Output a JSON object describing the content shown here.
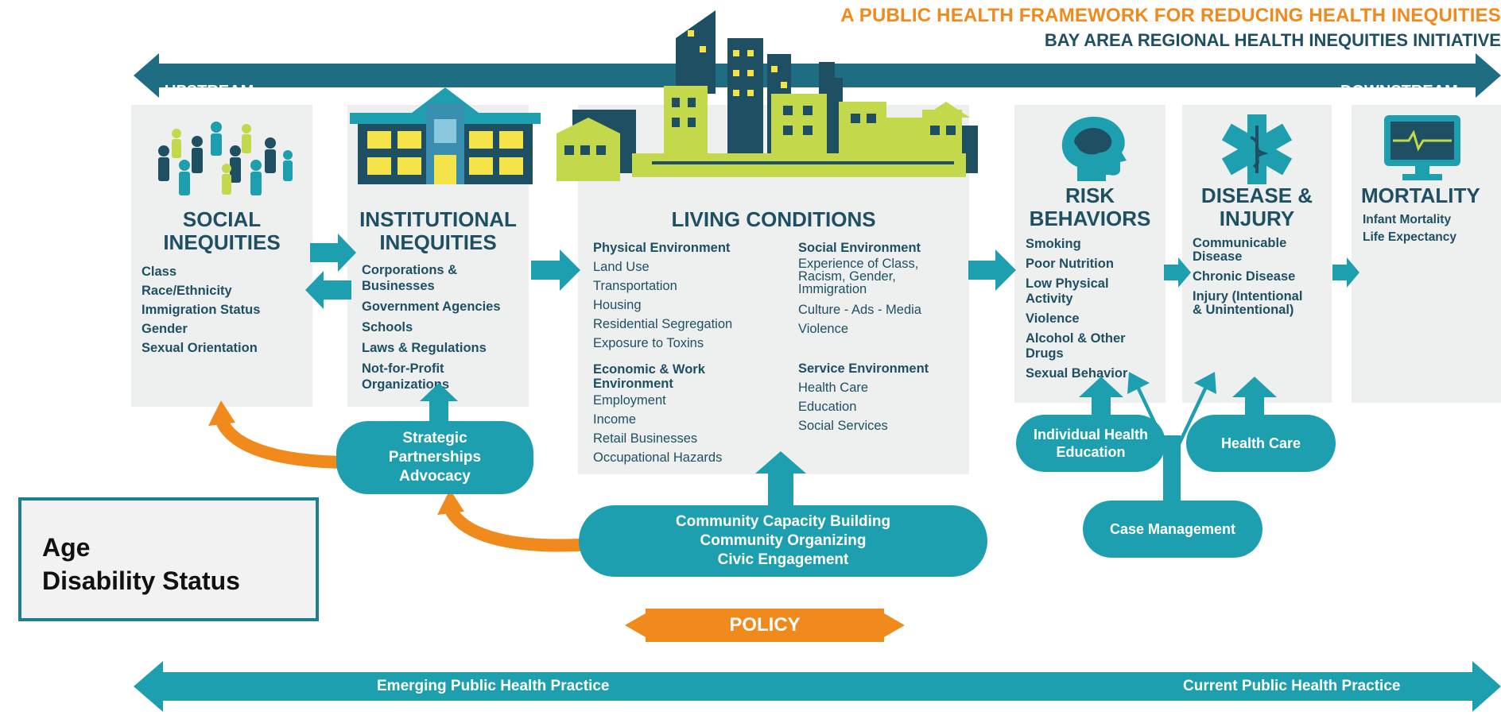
{
  "title": {
    "line1": "A PUBLIC HEALTH FRAMEWORK  FOR REDUCING HEALTH INEQUITIES",
    "line2": "BAY AREA REGIONAL HEALTH INEQUITIES INITIATIVE"
  },
  "top_axis": {
    "left": "UPSTREAM",
    "right": "DOWNSTREAM"
  },
  "social": {
    "heading1": "SOCIAL",
    "heading2": "INEQUITIES",
    "items": [
      "Class",
      "Race/Ethnicity",
      "Immigration Status",
      "Gender",
      "Sexual Orientation"
    ]
  },
  "institutional": {
    "heading1": "INSTITUTIONAL",
    "heading2": "INEQUITIES",
    "items": [
      "Corporations &",
      "Businesses",
      "Government Agencies",
      "Schools",
      "Laws & Regulations",
      "Not-for-Profit",
      "Organizations"
    ]
  },
  "living": {
    "heading": "LIVING CONDITIONS",
    "physical": {
      "title": "Physical Environment",
      "items": [
        "Land Use",
        "Transportation",
        "Housing",
        "Residential Segregation",
        "Exposure to Toxins"
      ]
    },
    "economic": {
      "title1": "Economic & Work",
      "title2": "Environment",
      "items": [
        "Employment",
        "Income",
        "Retail Businesses",
        "Occupational Hazards"
      ]
    },
    "social_env": {
      "title": "Social Environment",
      "items": [
        "Experience of Class,",
        "Racism, Gender,",
        "Immigration",
        "Culture - Ads - Media",
        "Violence"
      ]
    },
    "service": {
      "title": "Service Environment",
      "items": [
        "Health Care",
        "Education",
        "Social Services"
      ]
    }
  },
  "risk": {
    "heading1": "RISK",
    "heading2": "BEHAVIORS",
    "items": [
      "Smoking",
      "Poor Nutrition",
      "Low Physical",
      "Activity",
      "Violence",
      "Alcohol & Other",
      "Drugs",
      "Sexual Behavior"
    ]
  },
  "disease": {
    "heading1": "DISEASE &",
    "heading2": "INJURY",
    "items": [
      "Communicable",
      "Disease",
      "Chronic Disease",
      "Injury (Intentional",
      "& Unintentional)"
    ]
  },
  "mortality": {
    "heading": "MORTALITY",
    "items": [
      "Infant Mortality",
      "Life Expectancy"
    ]
  },
  "interventions": {
    "strategic": [
      "Strategic",
      "Partnerships",
      "Advocacy"
    ],
    "community": [
      "Community Capacity Building",
      "Community Organizing",
      "Civic Engagement"
    ],
    "individual": [
      "Individual Health",
      "Education"
    ],
    "health_care": "Health Care",
    "case_management": "Case Management",
    "policy": "POLICY"
  },
  "bottom_axis": {
    "left": "Emerging Public Health Practice",
    "right": "Current Public Health Practice"
  },
  "callout": {
    "line1": "Age",
    "line2": "Disability Status"
  },
  "colors": {
    "teal": "#1e9fb0",
    "navy": "#1e4f63",
    "orange": "#f08a1c",
    "lime": "#c3d84a",
    "panel": "#eef0f0"
  }
}
